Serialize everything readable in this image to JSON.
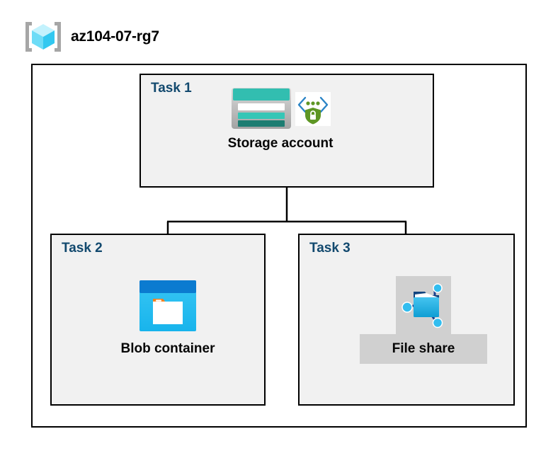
{
  "resource_group": {
    "icon": "resource-group-cube-icon",
    "name": "az104-07-rg7"
  },
  "tasks": [
    {
      "id": "task1",
      "label": "Task 1",
      "node": {
        "caption": "Storage account",
        "icons": [
          "storage-account-icon",
          "private-endpoint-icon"
        ]
      }
    },
    {
      "id": "task2",
      "label": "Task 2",
      "node": {
        "caption": "Blob container",
        "icons": [
          "blob-container-icon"
        ]
      }
    },
    {
      "id": "task3",
      "label": "Task 3",
      "node": {
        "caption": "File share",
        "icons": [
          "file-share-icon"
        ]
      }
    }
  ],
  "connections": [
    {
      "from": "Storage account",
      "to": "Blob container"
    },
    {
      "from": "Storage account",
      "to": "File share"
    }
  ],
  "colors": {
    "frame_border": "#000000",
    "task_fill": "#f1f1f1",
    "task_label": "#12496e",
    "caption_text": "#060606",
    "highlight_fill": "#d0d0d0",
    "storage_teal": "#32beb0",
    "storage_teal_dark": "#1d7d72",
    "storage_gray": "#b3b3b3",
    "blob_blue_dark": "#0078d4",
    "blob_blue_light": "#32bdef",
    "blob_orange": "#f78d1e",
    "fileshare_blue": "#32bdef",
    "endpoint_green": "#5e9624",
    "endpoint_blue": "#2b84c6",
    "cube_cyan": "#9cecfb",
    "bracket_gray": "#a6a6a6",
    "background": "#ffffff"
  }
}
